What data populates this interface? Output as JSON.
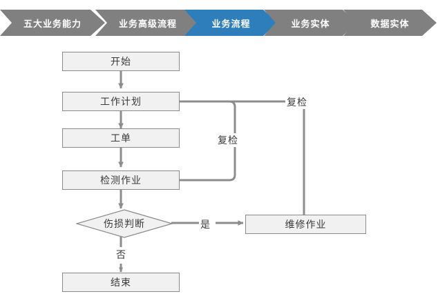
{
  "breadcrumb": {
    "active_color": "#2e7ebb",
    "inactive_color": "#808080",
    "text_color": "#ffffff",
    "items": [
      {
        "label": "五大业务能力",
        "active": false
      },
      {
        "label": "业务高级流程",
        "active": false
      },
      {
        "label": "业务流程",
        "active": true
      },
      {
        "label": "业务实体",
        "active": false
      },
      {
        "label": "数据实体",
        "active": false
      }
    ]
  },
  "flowchart": {
    "node_fill": "#f1f1f1",
    "node_border": "#8a8a8a",
    "connector_color": "#8c8c8c",
    "nodes": [
      {
        "id": "start",
        "label": "开始",
        "shape": "rect"
      },
      {
        "id": "plan",
        "label": "工作计划",
        "shape": "rect"
      },
      {
        "id": "workorder",
        "label": "工单",
        "shape": "rect"
      },
      {
        "id": "inspect",
        "label": "检测作业",
        "shape": "rect"
      },
      {
        "id": "decide",
        "label": "伤损判断",
        "shape": "diamond"
      },
      {
        "id": "repair",
        "label": "维修作业",
        "shape": "rect"
      },
      {
        "id": "end",
        "label": "结束",
        "shape": "rect"
      }
    ],
    "edge_labels": [
      {
        "id": "recheck-inner",
        "label": "复检"
      },
      {
        "id": "recheck-outer",
        "label": "复检"
      },
      {
        "id": "yes",
        "label": "是"
      },
      {
        "id": "no",
        "label": "否"
      }
    ]
  }
}
